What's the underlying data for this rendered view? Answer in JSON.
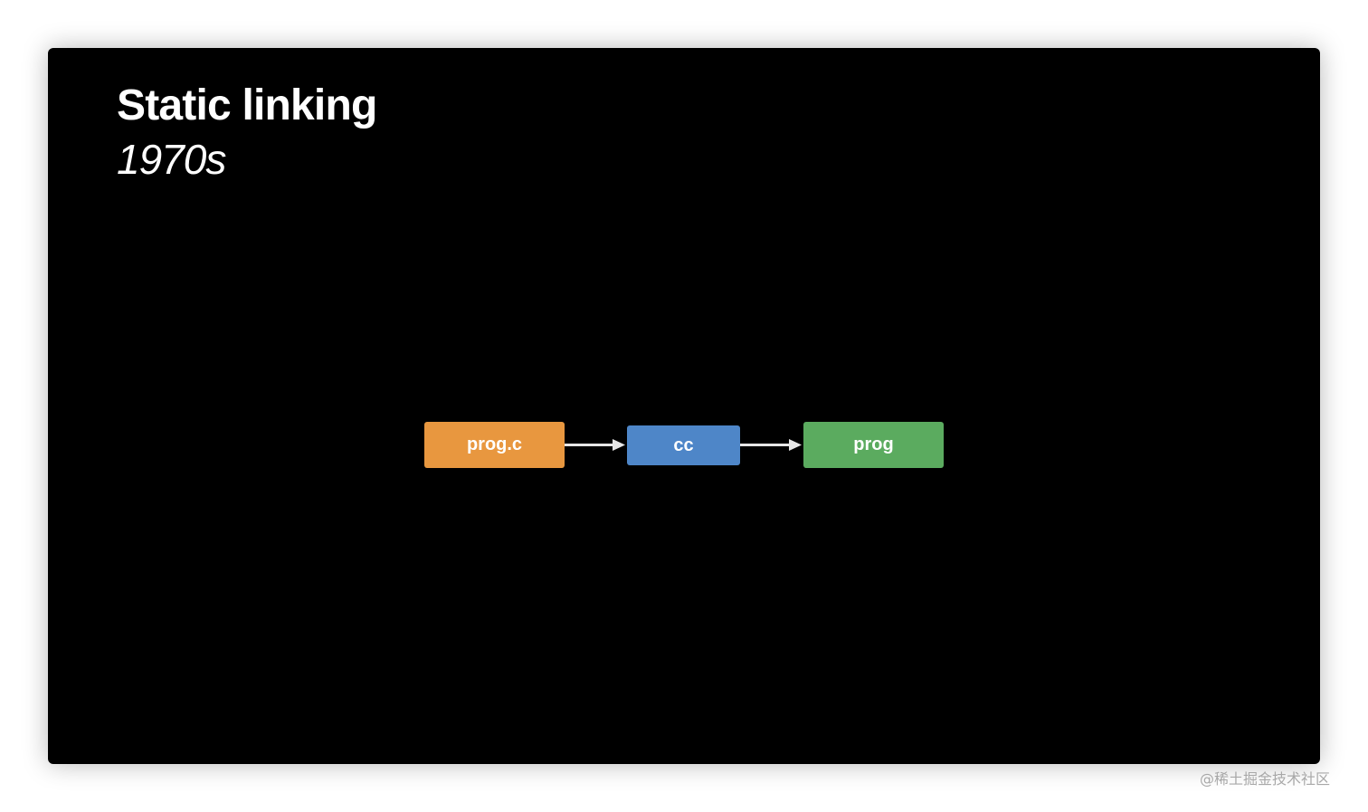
{
  "slide": {
    "title": "Static linking",
    "subtitle": "1970s",
    "background": "#000000"
  },
  "diagram": {
    "nodes": [
      {
        "id": "source",
        "label": "prog.c",
        "color": "#E8973F"
      },
      {
        "id": "compiler",
        "label": "cc",
        "color": "#4E86C8"
      },
      {
        "id": "output",
        "label": "prog",
        "color": "#5BAB5F"
      }
    ],
    "edges": [
      {
        "from": "source",
        "to": "compiler"
      },
      {
        "from": "compiler",
        "to": "output"
      }
    ],
    "arrow_color": "#E6E6E6"
  },
  "watermark": "@稀土掘金技术社区"
}
